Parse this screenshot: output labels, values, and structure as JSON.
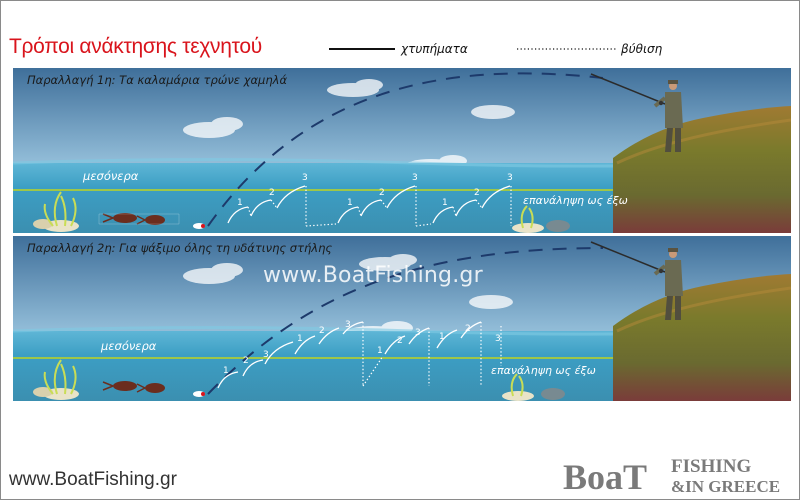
{
  "title": "Τρόποι ανάκτησης τεχνητού",
  "legend": {
    "jerks_label": "χτυπήματα",
    "sinking_label": "βύθιση"
  },
  "panels": [
    {
      "caption": "Παραλλαγή 1η: Τα καλαμάρια τρώνε χαμηλά",
      "midwater_label": "μεσόνερα",
      "repeat_label": "επανάληψη ως έξω",
      "jerk_numbers": [
        "1",
        "2",
        "3",
        "1",
        "2",
        "3",
        "1",
        "2",
        "3"
      ]
    },
    {
      "caption": "Παραλλαγή 2η: Για ψάξιμο όλης τη υδάτινης στήλης",
      "midwater_label": "μεσόνερα",
      "repeat_label": "επανάληψη ως έξω",
      "jerk_numbers": [
        "1",
        "2",
        "3",
        "1",
        "2",
        "3",
        "1",
        "2",
        "3",
        "1",
        "2",
        "3"
      ]
    }
  ],
  "watermark": "www.BoatFishing.gr",
  "footer_url": "www.BoatFishing.gr",
  "logo": {
    "word_left": "BoaT",
    "word_right_top": "FISHING",
    "word_right_bottom": "&IN GREECE"
  },
  "colors": {
    "title_red": "#d9141c",
    "sky_top": "#3f6f9a",
    "sky_bottom": "#a9cde0",
    "sea_top": "#43a5c8",
    "sea_bottom": "#2a7fa7",
    "midwater_line": "#d8e000",
    "line_navy": "#1d3a6b"
  }
}
